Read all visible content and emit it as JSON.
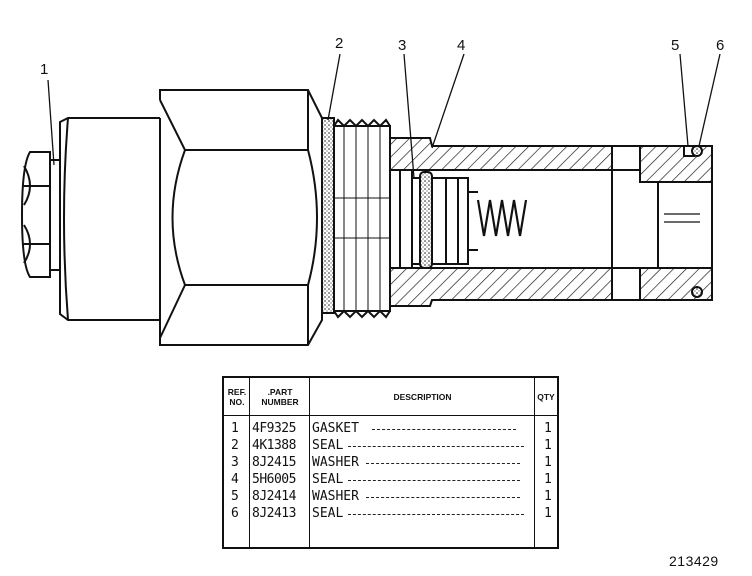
{
  "callouts": [
    "1",
    "2",
    "3",
    "4",
    "5",
    "6"
  ],
  "table": {
    "headers": {
      "ref": "REF.\nNO.",
      "part": ".PART\nNUMBER",
      "description": "DESCRIPTION",
      "qty": "QTY"
    },
    "rows": [
      {
        "ref": "1",
        "part": "4F9325",
        "description": "GASKET",
        "qty": "1"
      },
      {
        "ref": "2",
        "part": "4K1388",
        "description": "SEAL",
        "qty": "1"
      },
      {
        "ref": "3",
        "part": "8J2415",
        "description": "WASHER",
        "qty": "1"
      },
      {
        "ref": "4",
        "part": "5H6005",
        "description": "SEAL",
        "qty": "1"
      },
      {
        "ref": "5",
        "part": "8J2414",
        "description": "WASHER",
        "qty": "1"
      },
      {
        "ref": "6",
        "part": "8J2413",
        "description": "SEAL",
        "qty": "1"
      }
    ]
  },
  "drawing_number": "213429",
  "colors": {
    "ink": "#111111",
    "paper": "#ffffff"
  }
}
